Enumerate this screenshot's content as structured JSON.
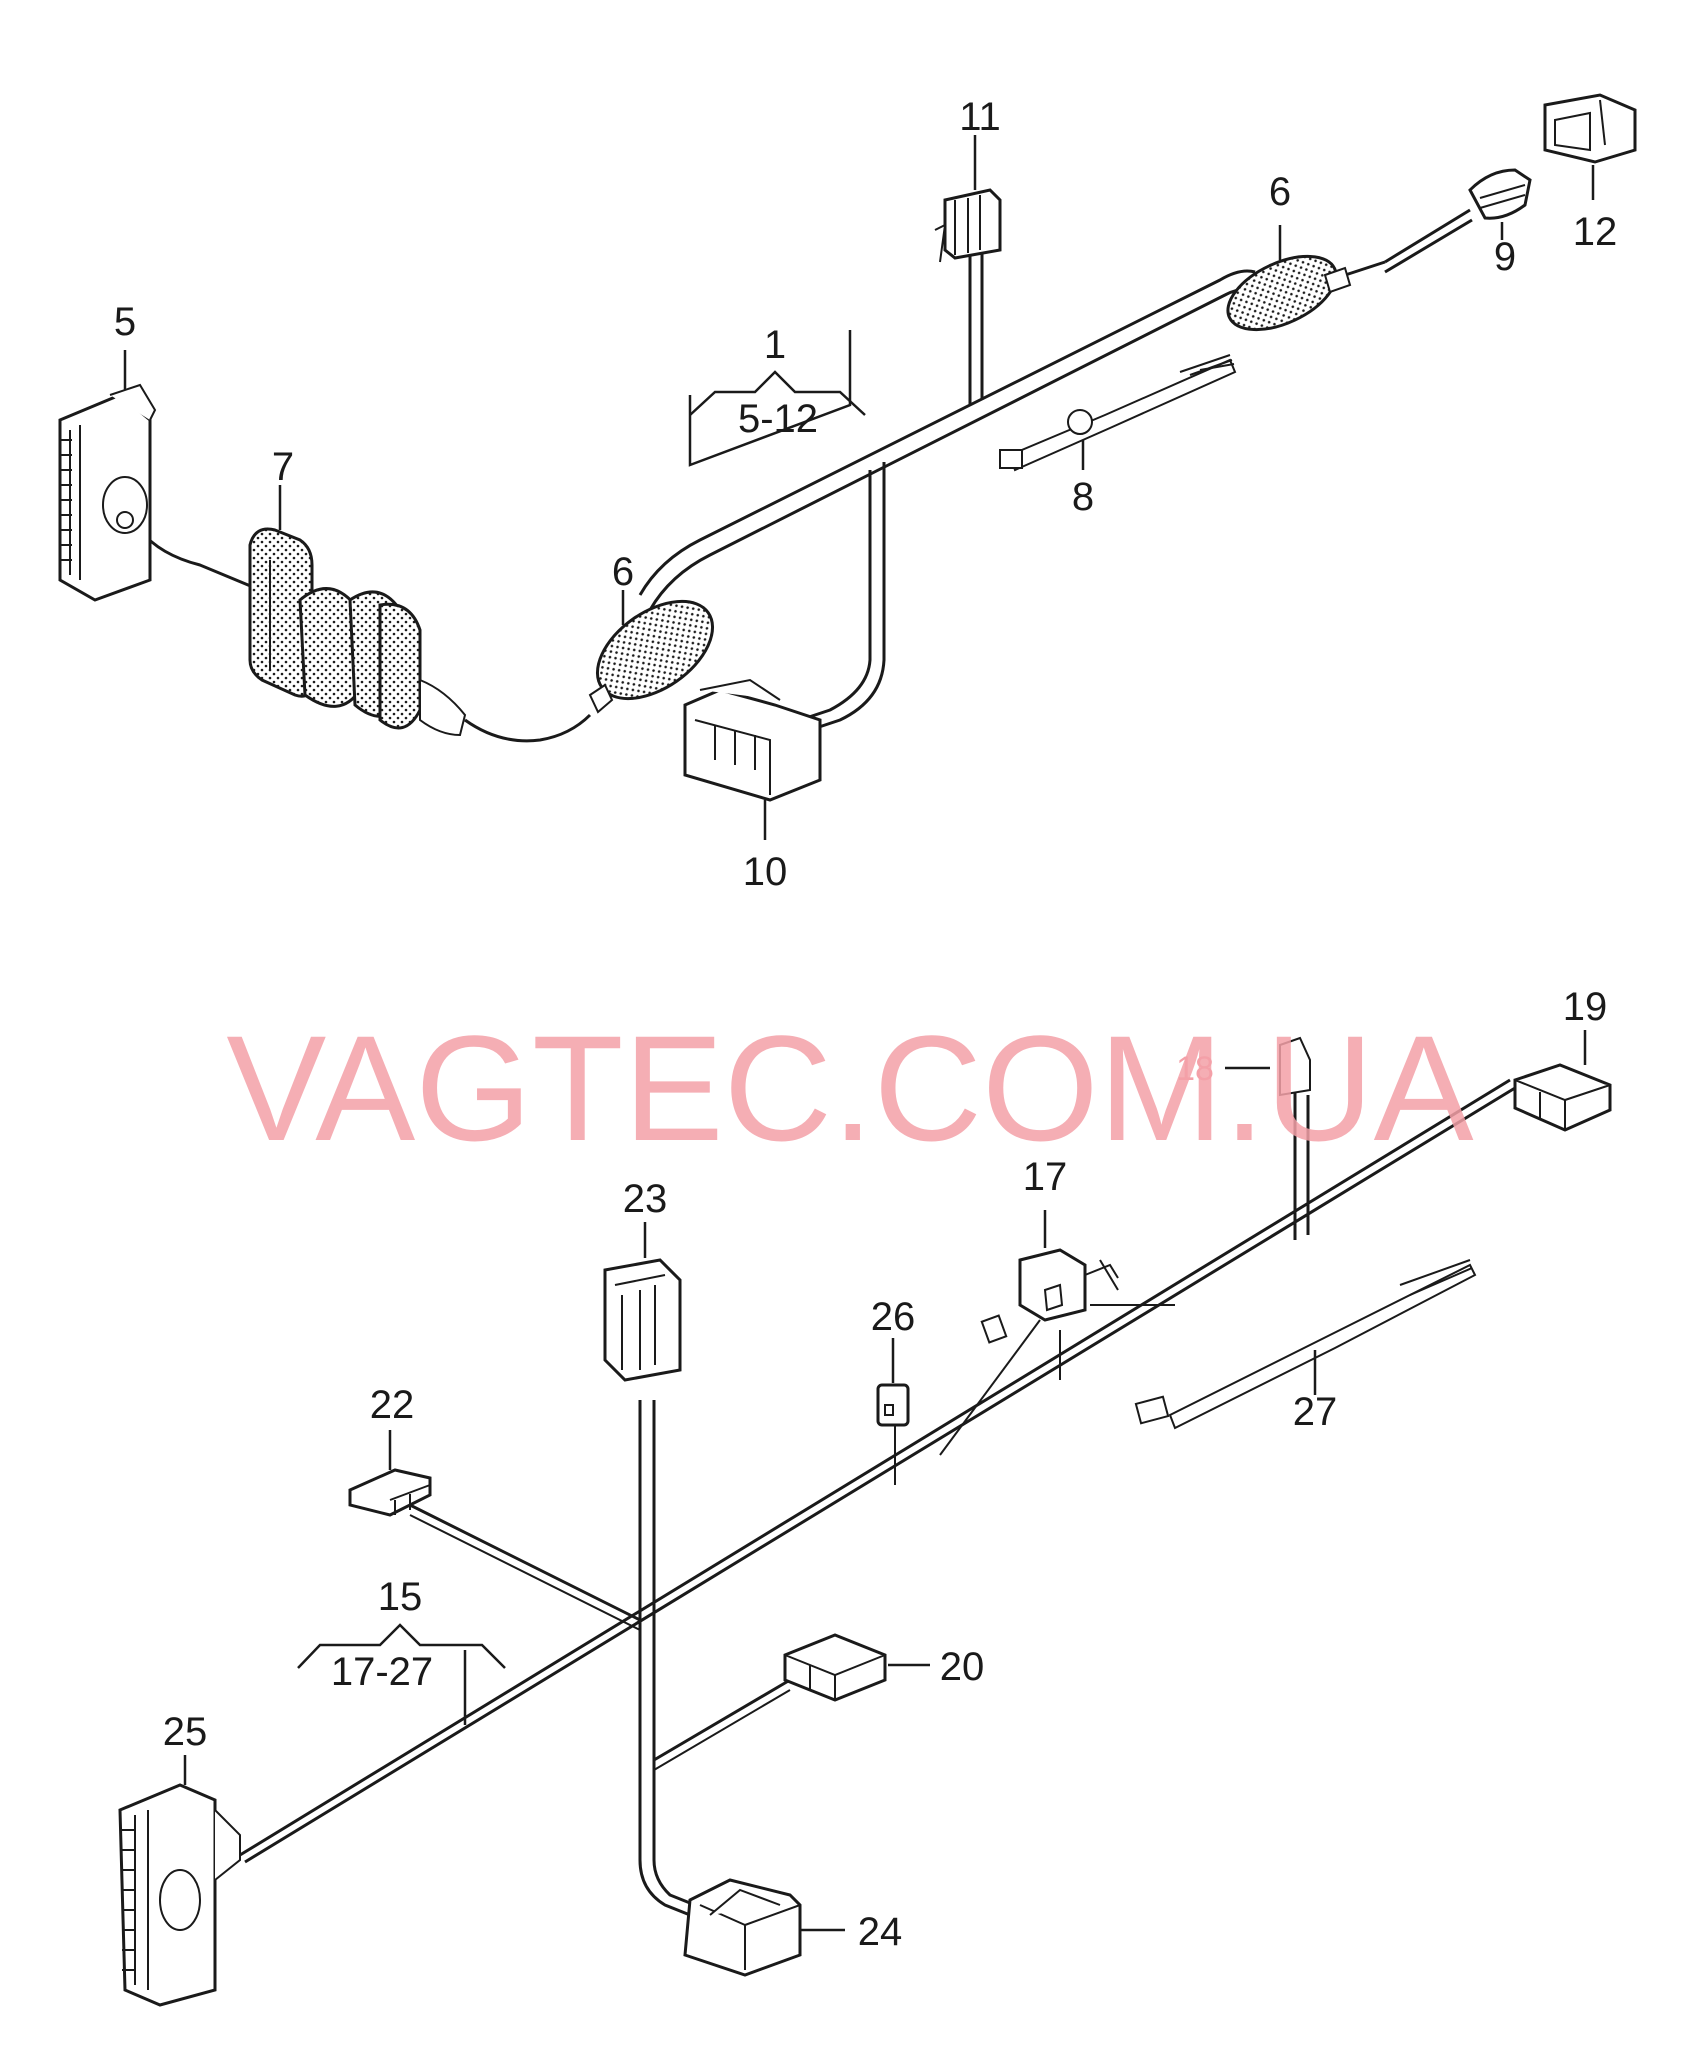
{
  "watermark": "VAGTEC.COM.UA",
  "callouts": {
    "c1": "1",
    "c1_range": "5-12",
    "c5": "5",
    "c6a": "6",
    "c6b": "6",
    "c7": "7",
    "c8": "8",
    "c9": "9",
    "c10": "10",
    "c11": "11",
    "c12": "12",
    "c15": "15",
    "c15_range": "17-27",
    "c17": "17",
    "c18": "18",
    "c19": "19",
    "c20": "20",
    "c22": "22",
    "c23": "23",
    "c24": "24",
    "c25": "25",
    "c26": "26",
    "c27": "27"
  }
}
